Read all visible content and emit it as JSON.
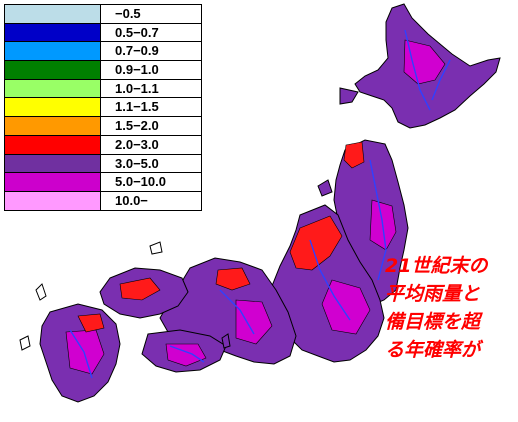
{
  "legend": {
    "items": [
      {
        "label": "−0.5",
        "color": "#bcdde8"
      },
      {
        "label": "0.5−0.7",
        "color": "#0000c8"
      },
      {
        "label": "0.7−0.9",
        "color": "#0099ff"
      },
      {
        "label": "0.9−1.0",
        "color": "#008000"
      },
      {
        "label": "1.0−1.1",
        "color": "#99ff66"
      },
      {
        "label": "1.1−1.5",
        "color": "#ffff00"
      },
      {
        "label": "1.5−2.0",
        "color": "#ff9900"
      },
      {
        "label": "2.0−3.0",
        "color": "#ff0000"
      },
      {
        "label": "3.0−5.0",
        "color": "#7030a0"
      },
      {
        "label": "5.0−10.0",
        "color": "#cc00cc"
      },
      {
        "label": "10.0−",
        "color": "#ff99ff"
      }
    ]
  },
  "note": {
    "lines": [
      "21世紀末の",
      "平均雨量と",
      "備目標を超",
      "る年確率が"
    ],
    "color": "#ff0000"
  },
  "map_colors": {
    "base": "#7a2fb0",
    "high": "#d000d0",
    "hot": "#ff1a1a",
    "river": "#3040ff",
    "outline": "#000000"
  }
}
